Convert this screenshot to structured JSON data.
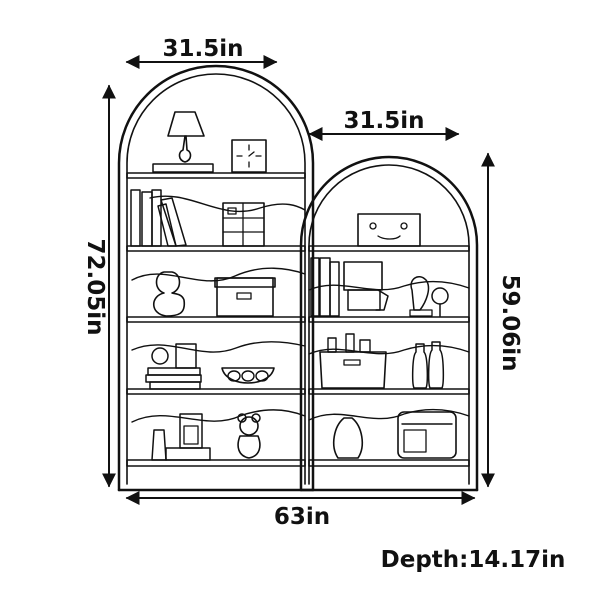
{
  "dimensions": {
    "left_width": "31.5in",
    "right_width": "31.5in",
    "left_height": "72.05in",
    "right_height": "59.06in",
    "total_width": "63in",
    "depth": "Depth:14.17in"
  }
}
